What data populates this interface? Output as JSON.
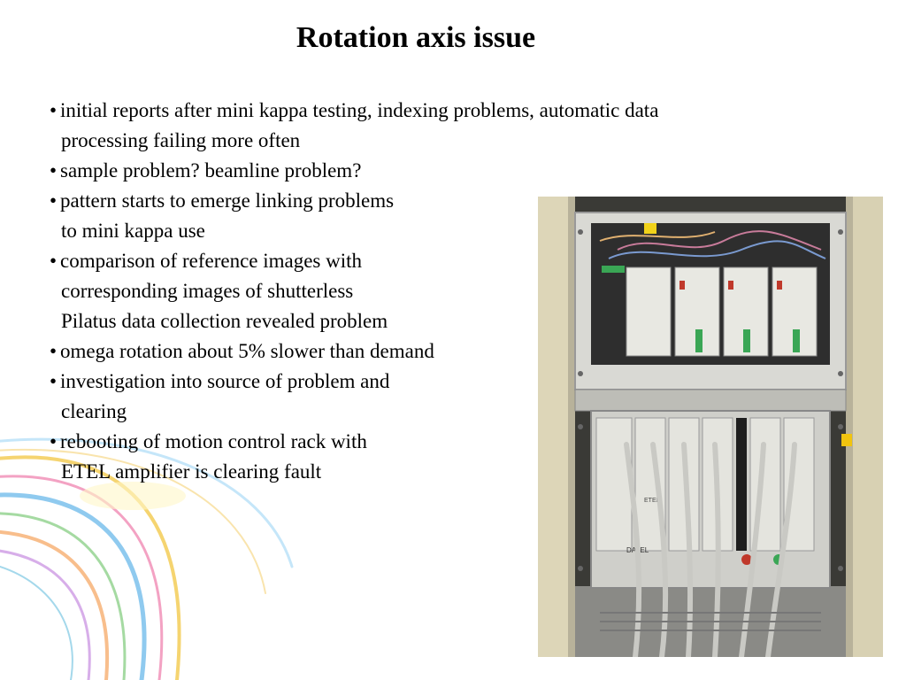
{
  "slide": {
    "title": "Rotation axis issue",
    "bullets": [
      {
        "lines": [
          "initial reports after mini kappa testing, indexing problems, automatic data",
          "processing failing more often"
        ]
      },
      {
        "lines": [
          "sample problem? beamline problem?"
        ]
      },
      {
        "lines": [
          "pattern starts to emerge linking problems",
          "to mini kappa use"
        ]
      },
      {
        "lines": [
          "comparison of reference images with",
          "corresponding images of shutterless",
          "Pilatus data collection revealed problem"
        ]
      },
      {
        "lines": [
          "omega rotation about 5% slower than demand"
        ]
      },
      {
        "lines": [
          "investigation into source of problem and",
          "clearing"
        ]
      },
      {
        "lines": [
          "rebooting of motion control rack with",
          "ETEL amplifier is clearing fault"
        ]
      }
    ],
    "photo": {
      "label_etel": "ETEL",
      "label_datel": "DATEL"
    }
  }
}
